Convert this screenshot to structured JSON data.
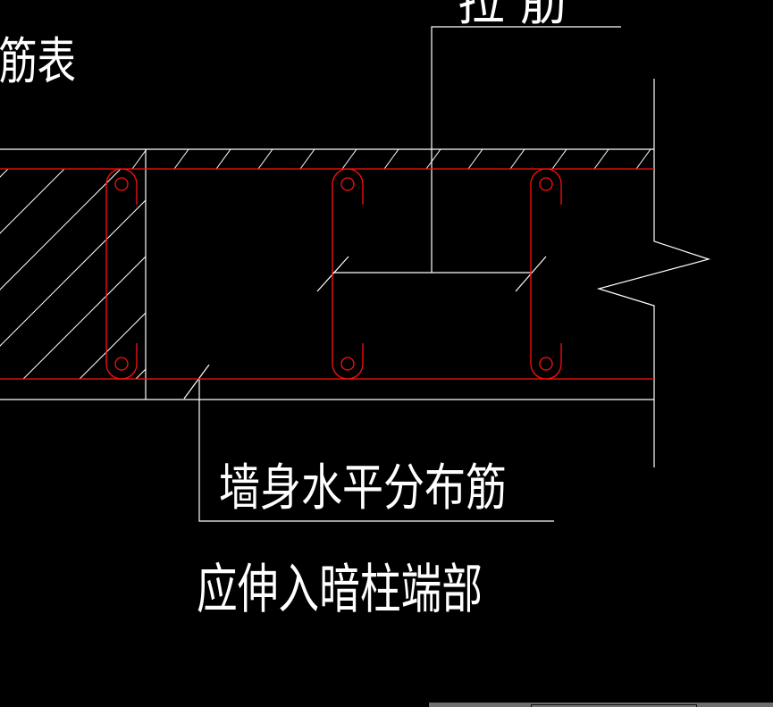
{
  "drawing": {
    "label_top_left": "配筋表",
    "label_top_right": "拉 筋",
    "label_horizontal_bar": "墙身水平分布筋",
    "label_anchor_note": "应伸入暗柱端部"
  },
  "colors": {
    "background": "#000000",
    "line": "#ffffff",
    "rebar": "#ff0000",
    "scrollbar": "#6e6e6e"
  }
}
